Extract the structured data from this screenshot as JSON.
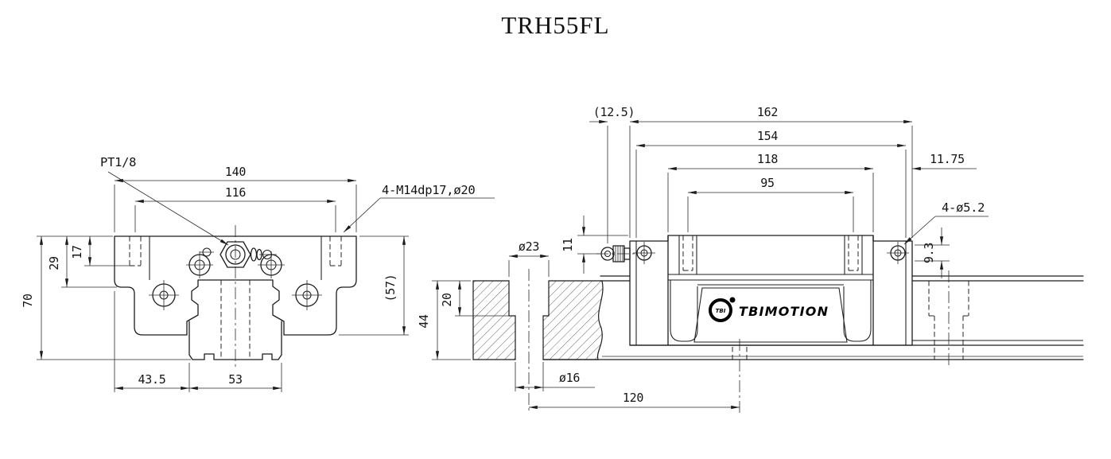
{
  "title": "TRH55FL",
  "front_view": {
    "port_label": "PT1/8",
    "tap_note": "4-M14dp17,ø20",
    "dims": {
      "overall_width": "140",
      "tap_hole_spacing": "116",
      "total_height": "70",
      "flange_height": "29",
      "tap_depth": "17",
      "block_height": "(57)",
      "edge_to_rail": "43.5",
      "rail_width": "53"
    }
  },
  "side_view": {
    "hole_note": "4-ø5.2",
    "dims": {
      "nipple_overhang": "(12.5)",
      "overall_length": "162",
      "outer_length": "154",
      "body_length": "118",
      "tap_hole_pitch": "95",
      "end_offset": "11.75",
      "hole_offset": "9.3",
      "nipple_drop": "11",
      "counterbore_dia": "ø23",
      "counterbore_depth": "20",
      "rail_height": "44",
      "bolt_hole_dia": "ø16",
      "rail_hole_pitch": "120"
    },
    "logo": {
      "brand": "TBIMOTION",
      "emblem": "TBI"
    }
  }
}
